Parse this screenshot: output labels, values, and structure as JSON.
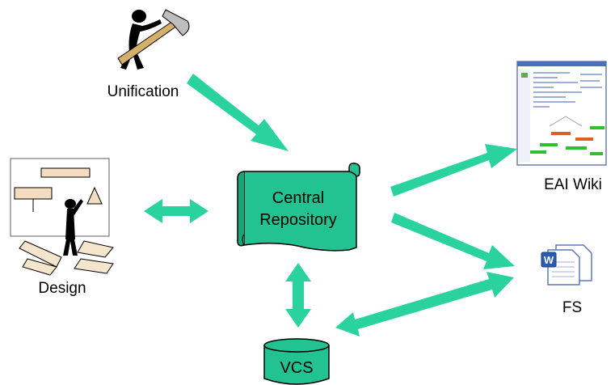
{
  "diagram": {
    "nodes": {
      "unification": "Unification",
      "design": "Design",
      "central_repository": [
        "Central",
        "Repository"
      ],
      "vcs": "VCS",
      "eai_wiki": "EAI Wiki",
      "fs": "FS"
    },
    "colors": {
      "arrow": "#2ad39e",
      "scroll_fill": "#22c391",
      "cylinder_fill": "#22c391",
      "outline": "#000000"
    },
    "icons": {
      "unification": "person-with-hammer-icon",
      "design": "person-at-whiteboard-icon",
      "eai_wiki": "wiki-page-screenshot-icon",
      "fs": "word-documents-icon"
    }
  }
}
